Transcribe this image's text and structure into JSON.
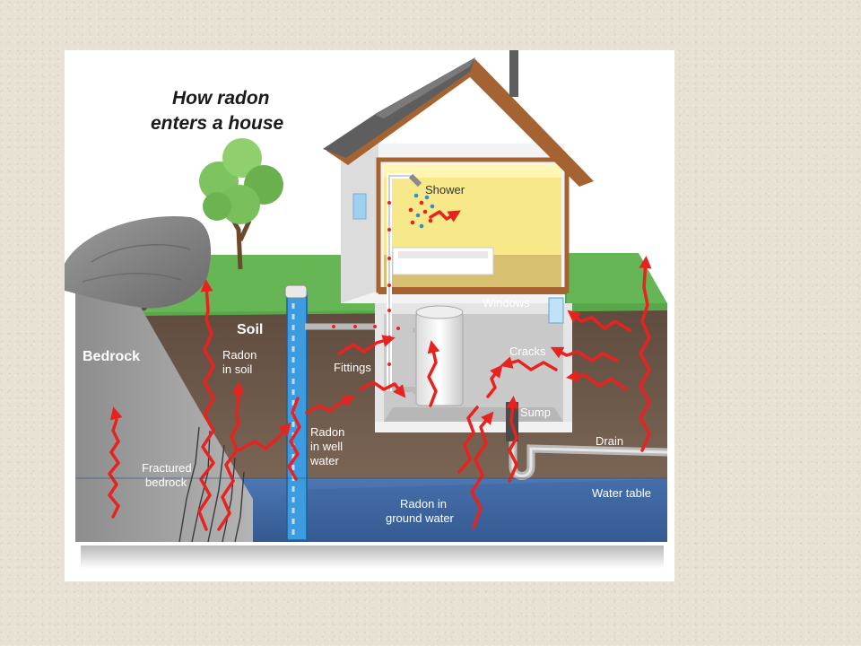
{
  "diagram": {
    "title_line1": "How radon",
    "title_line2": "enters a house",
    "labels": {
      "shower": "Shower",
      "windows": "Windows",
      "soil": "Soil",
      "radon_in_soil_line1": "Radon",
      "radon_in_soil_line2": "in soil",
      "bedrock": "Bedrock",
      "fittings": "Fittings",
      "cracks": "Cracks",
      "sump": "Sump",
      "drain": "Drain",
      "radon_in_well_water_line1": "Radon",
      "radon_in_well_water_line2": "in well",
      "radon_in_well_water_line3": "water",
      "fractured_bedrock_line1": "Fractured",
      "fractured_bedrock_line2": "bedrock",
      "water_table": "Water table",
      "radon_in_ground_water_line1": "Radon in",
      "radon_in_ground_water_line2": "ground water"
    },
    "colors": {
      "radon_arrow": "#e8231f",
      "ground_water": "#3f6aa8",
      "soil": "#6e5a4c",
      "grass": "#5fae4f",
      "bedrock": "#9e9e9e",
      "room_wall": "#f7e98a",
      "roof": "#6c6c6c",
      "roof_trim": "#a0602e"
    }
  }
}
